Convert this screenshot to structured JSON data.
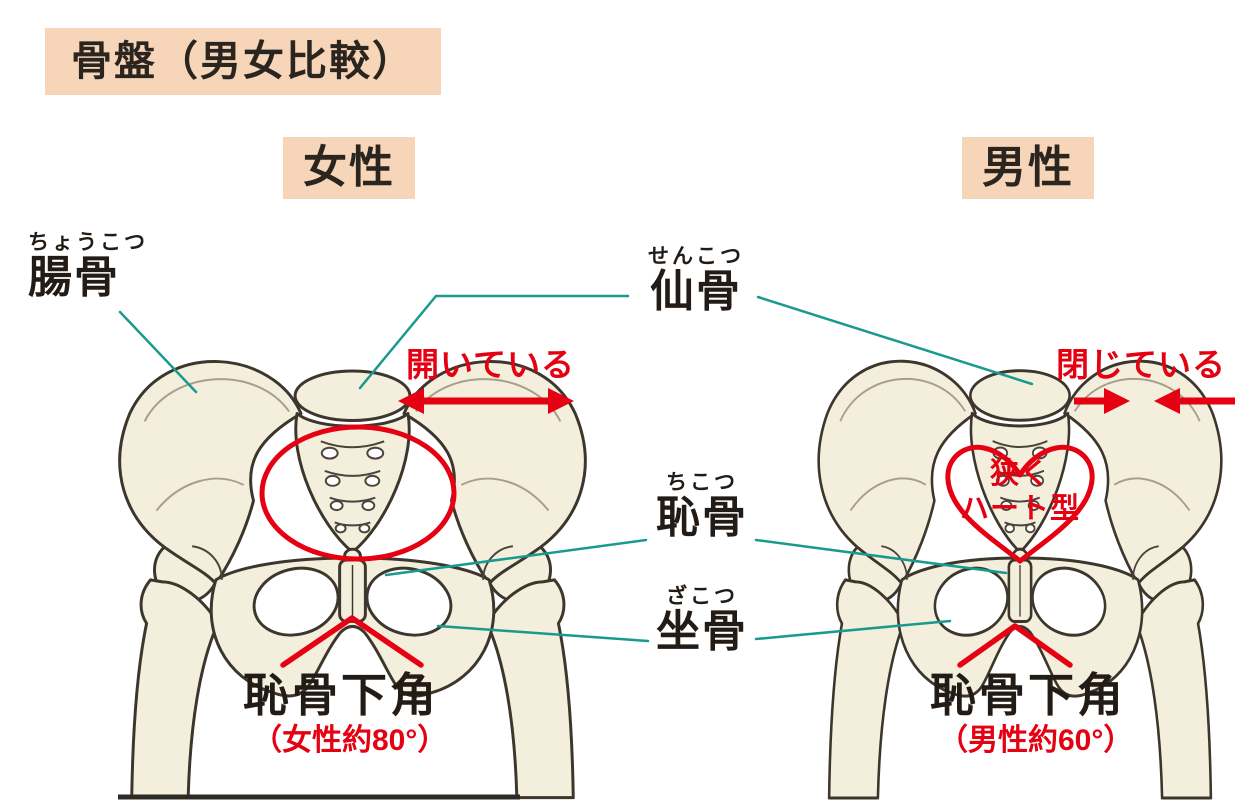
{
  "title": "骨盤（男女比較）",
  "panels": {
    "female": "女性",
    "male": "男性"
  },
  "bone_labels": {
    "ilium": {
      "furigana": "ちょうこつ",
      "kanji": "腸骨"
    },
    "sacrum": {
      "furigana": "せんこつ",
      "kanji": "仙骨"
    },
    "pubis": {
      "furigana": "ちこつ",
      "kanji": "恥骨"
    },
    "ischium": {
      "furigana": "ざこつ",
      "kanji": "坐骨"
    }
  },
  "annotations": {
    "female_open": "開いている",
    "male_closed": "閉じている",
    "male_inlet_line1": "狭く",
    "male_inlet_line2": "ハート型",
    "subpubic_angle_title": "恥骨下角",
    "female_angle_value": "（女性約80°）",
    "male_angle_value": "（男性約60°）"
  },
  "colors": {
    "label_box_bg": "#f6d5b8",
    "accent_red": "#e50012",
    "leader_line_teal": "#199a8e",
    "bone_fill": "#f4eedd",
    "bone_outline": "#3c362d",
    "text_color": "#231b15"
  }
}
